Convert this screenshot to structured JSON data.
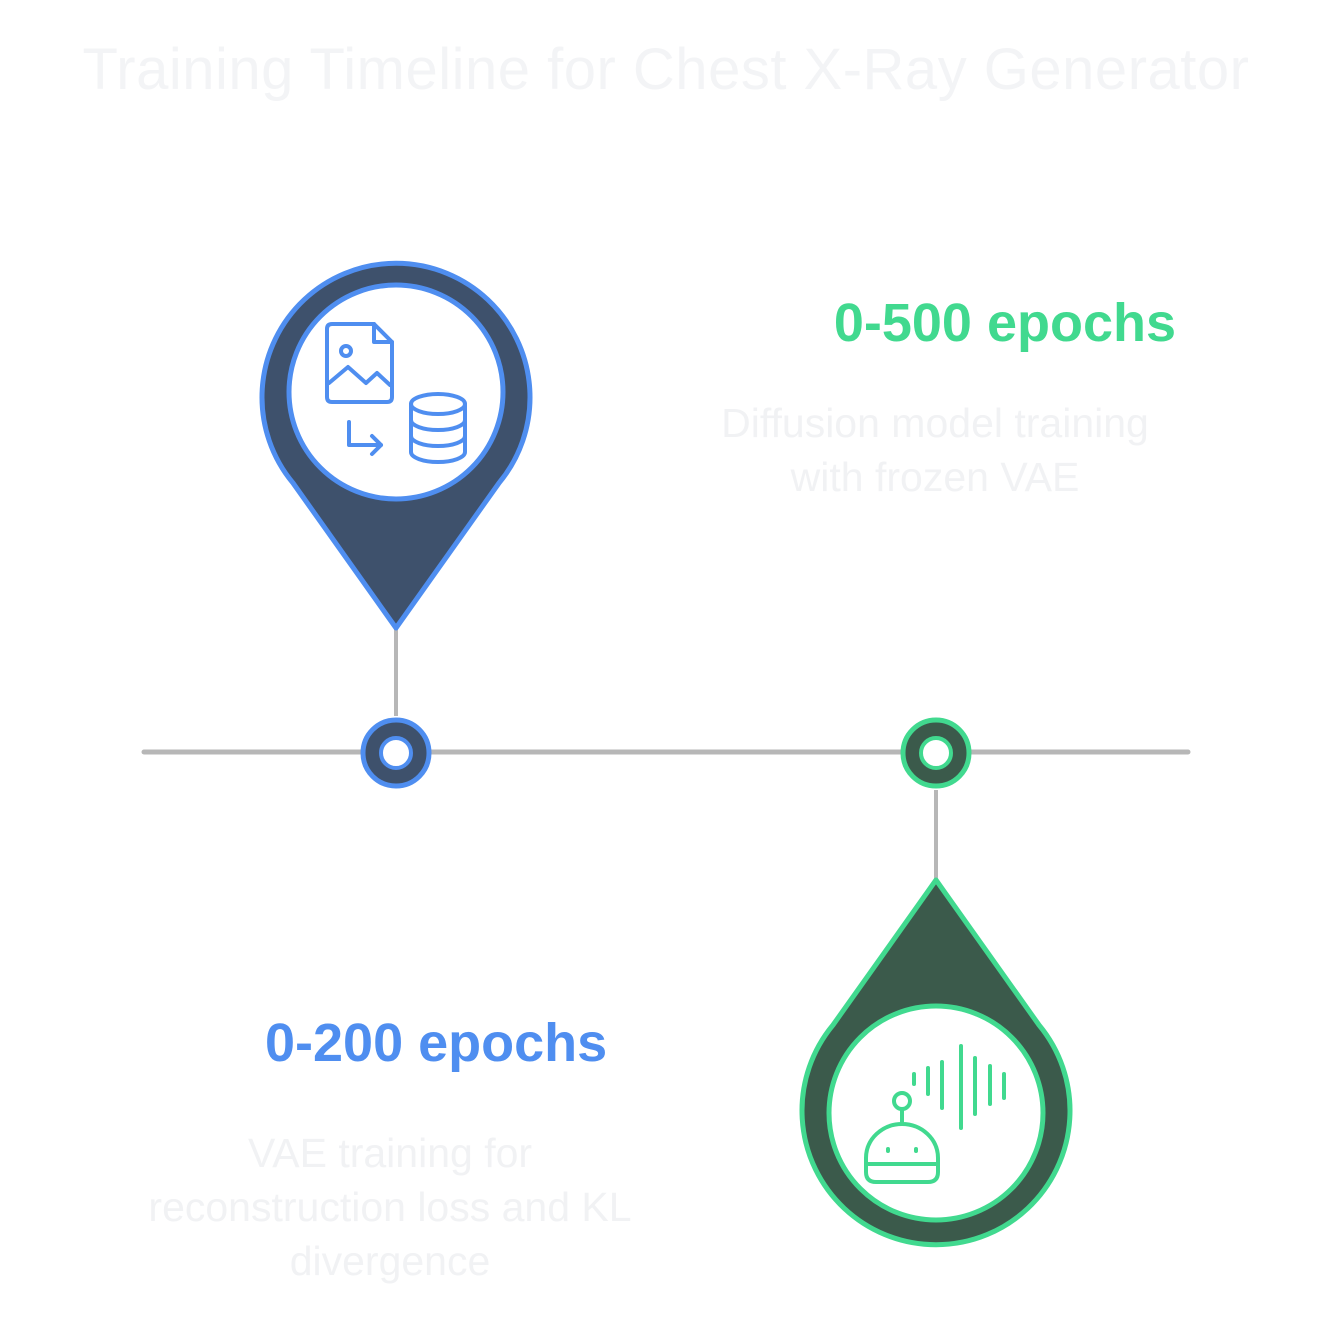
{
  "title": "Training Timeline for Chest X-Ray Generator",
  "colors": {
    "blue_accent": "#4f8ef0",
    "blue_dark": "#3e516c",
    "green_accent": "#41d98f",
    "green_dark": "#3b5a4b",
    "line": "#b7b7b7"
  },
  "milestones": [
    {
      "heading": "0-200 epochs",
      "description": "VAE training for reconstruction loss and KL divergence",
      "icon": "image-to-database-icon"
    },
    {
      "heading": "0-500 epochs",
      "description": "Diffusion model training with frozen VAE",
      "icon": "robot-soundwave-icon"
    }
  ]
}
